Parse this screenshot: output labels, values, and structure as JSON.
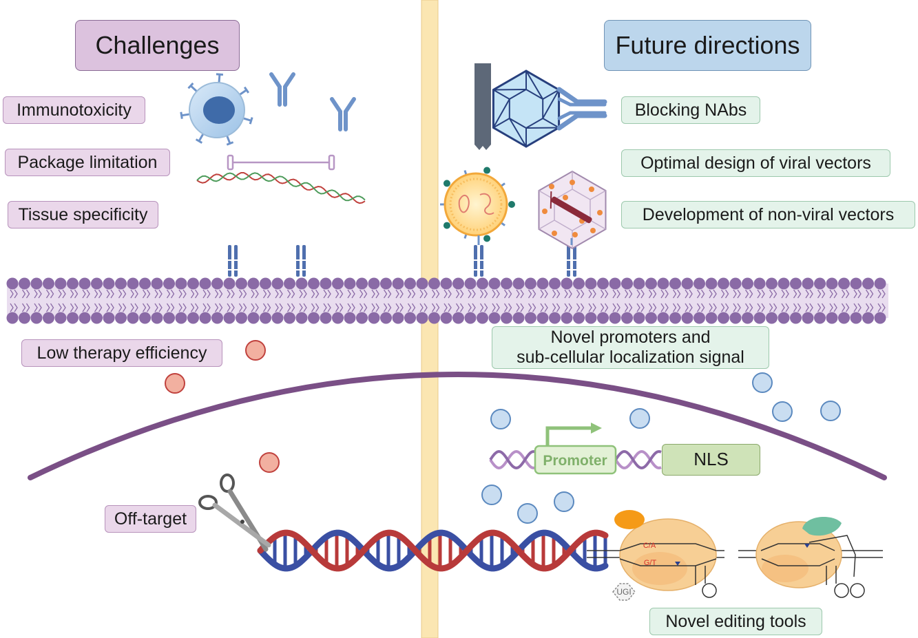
{
  "headers": {
    "challenges": "Challenges",
    "future": "Future directions"
  },
  "challenges": {
    "immunotoxicity": "Immunotoxicity",
    "package": "Package limitation",
    "tissue": "Tissue specificity",
    "low_efficiency": "Low therapy efficiency",
    "off_target": "Off-target"
  },
  "future": {
    "nabs": "Blocking NAbs",
    "viral": "Optimal design of viral vectors",
    "nonviral": "Development of non-viral vectors",
    "promoters_line1": "Novel promoters and",
    "promoters_line2": "sub-cellular localization signal",
    "editing": "Novel editing tools"
  },
  "construct": {
    "promoter": "Promoter",
    "nls": "NLS"
  },
  "editor": {
    "ca": "C/A",
    "gt": "G/T",
    "ugi": "UGI"
  },
  "colors": {
    "challenge_fill": "#ead7ea",
    "future_fill": "#e4f3ea",
    "membrane": "#8a6aa6",
    "nucleus_line": "#7a4f86",
    "divider": "#fbe6b2",
    "dna_red": "#b83a3a",
    "dna_blue": "#3a4fa3"
  }
}
